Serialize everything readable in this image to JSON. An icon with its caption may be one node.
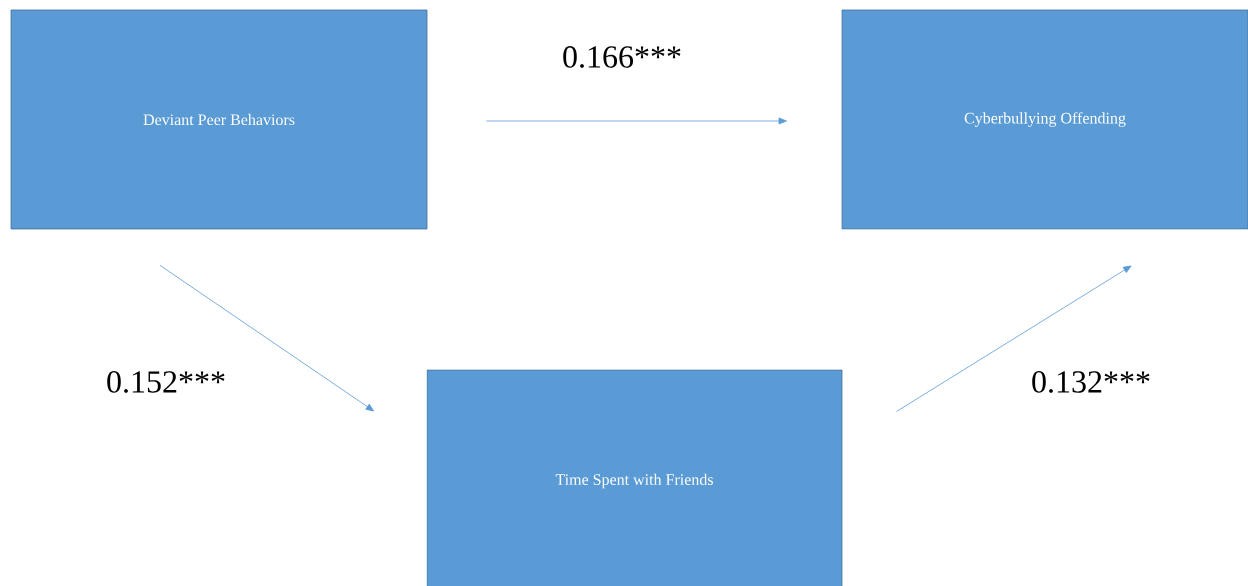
{
  "diagram": {
    "nodes": [
      {
        "text": [
          "Deviant Peer Behaviors"
        ]
      },
      {
        "text": [
          "Cyberbullying Offending"
        ]
      },
      {
        "text": [
          "Time Spent with Friends"
        ]
      }
    ],
    "edges": [
      {
        "from": 0,
        "to": 1,
        "arrow": "to",
        "label": "0.166***"
      },
      {
        "from": 0,
        "to": 2,
        "arrow": "to",
        "label": "0.152***"
      },
      {
        "from": 2,
        "to": 1,
        "arrow": "to",
        "label": "0.132***"
      }
    ]
  }
}
